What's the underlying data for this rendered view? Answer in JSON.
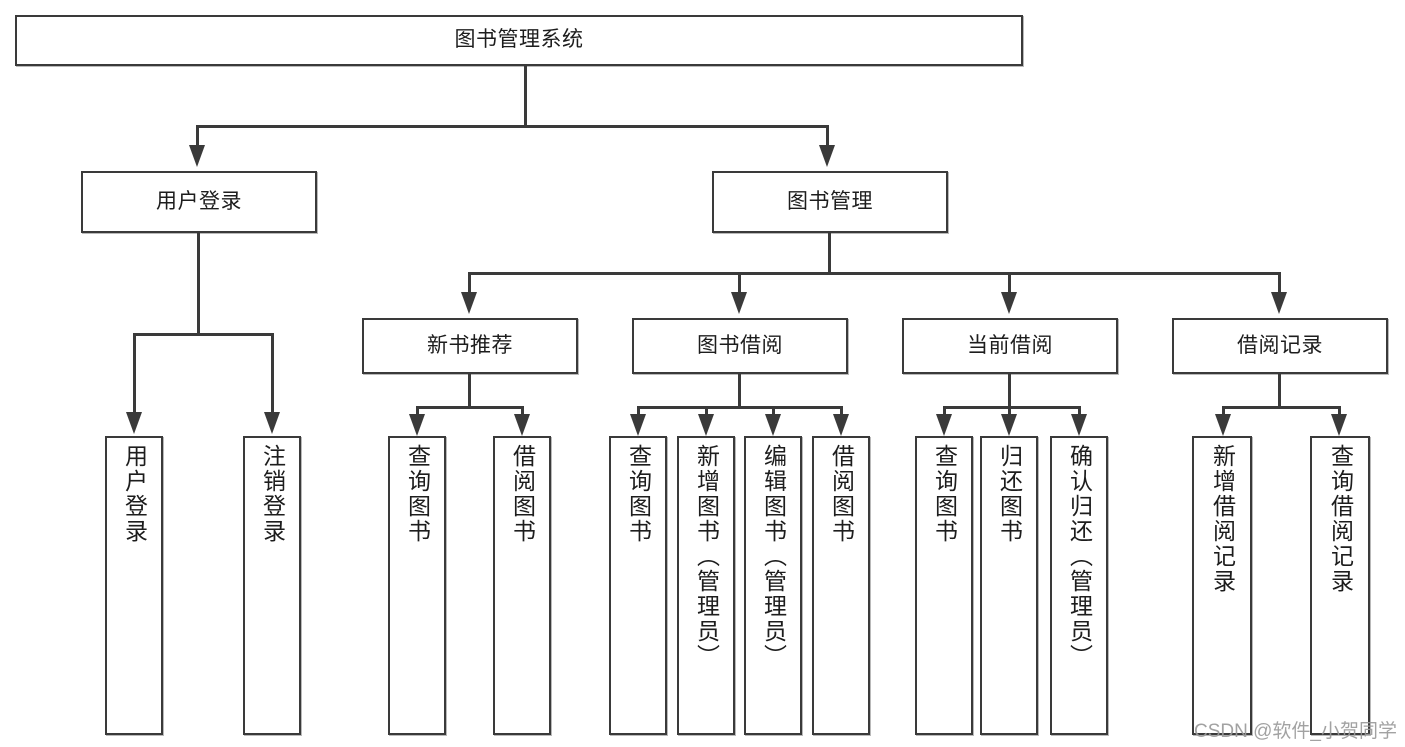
{
  "diagram": {
    "title_node": {
      "label": "图书管理系统"
    },
    "level2": [
      {
        "label": "用户登录"
      },
      {
        "label": "图书管理"
      }
    ],
    "level3": [
      {
        "label": "新书推荐"
      },
      {
        "label": "图书借阅"
      },
      {
        "label": "当前借阅"
      },
      {
        "label": "借阅记录"
      }
    ],
    "leaves": {
      "user_login": [
        {
          "label": "用户登录"
        },
        {
          "label": "注销登录"
        }
      ],
      "new_book_recommend": [
        {
          "label": "查询图书"
        },
        {
          "label": "借阅图书"
        }
      ],
      "book_borrow": [
        {
          "label": "查询图书"
        },
        {
          "label": "新增图书（管理员）"
        },
        {
          "label": "编辑图书（管理员）"
        },
        {
          "label": "借阅图书"
        }
      ],
      "current_borrow": [
        {
          "label": "查询图书"
        },
        {
          "label": "归还图书"
        },
        {
          "label": "确认归还（管理员）"
        }
      ],
      "borrow_record": [
        {
          "label": "新增借阅记录"
        },
        {
          "label": "查询借阅记录"
        }
      ]
    }
  },
  "watermark": {
    "text": "CSDN @软件_小贺同学"
  },
  "colors": {
    "stroke": "#3a3a3a",
    "background": "#ffffff",
    "text": "#1d1d1d",
    "watermark": "#9b9b9b"
  }
}
